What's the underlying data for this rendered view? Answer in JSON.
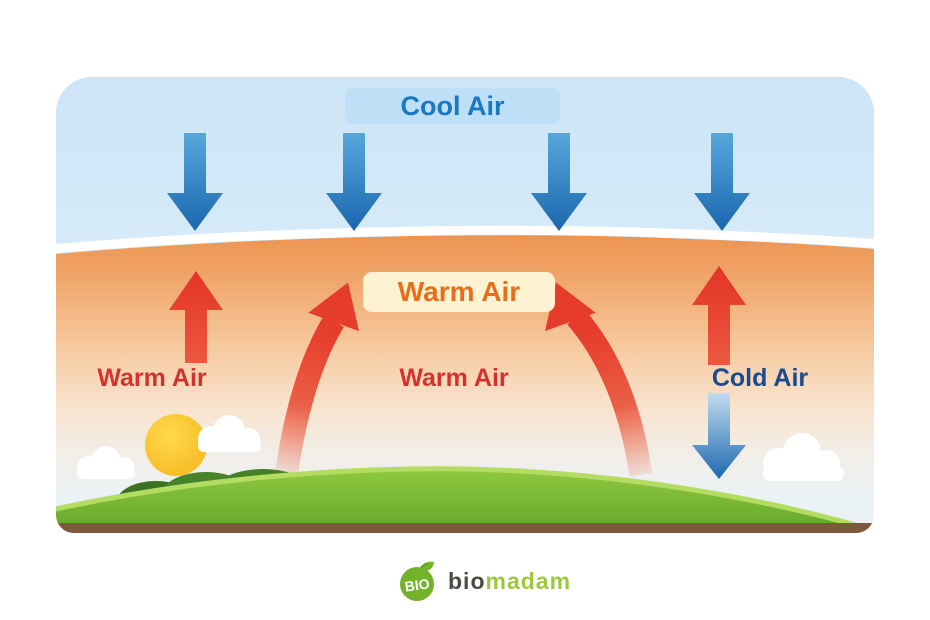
{
  "diagram": {
    "cool_air_label": "Cool Air",
    "warm_air_box_label": "Warm Air",
    "warm_air_left_label": "Warm Air",
    "warm_air_center_label": "Warm Air",
    "cold_air_label": "Cold Air",
    "colors": {
      "cool_text": "#1a78c2",
      "cool_box_bg": "#bde0f6",
      "warm_box_text": "#e5701c",
      "warm_box_bg": "#fdf2d2",
      "warm_text": "#d23330",
      "cold_text": "#1a4b8e",
      "blue_arrow": "#2a7fc3",
      "red_arrow": "#e8402f",
      "sky_top": "#cde5f7",
      "warm_layer_top": "#ee9a58",
      "grass": "#7cba34",
      "soil": "#7d5940",
      "sun": "#f9c322",
      "cloud": "#ffffff"
    }
  },
  "logo": {
    "badge_text": "BIO",
    "brand_prefix": "bio",
    "brand_suffix": "madam",
    "badge_color": "#72b32a",
    "suffix_color": "#9cc93c"
  }
}
